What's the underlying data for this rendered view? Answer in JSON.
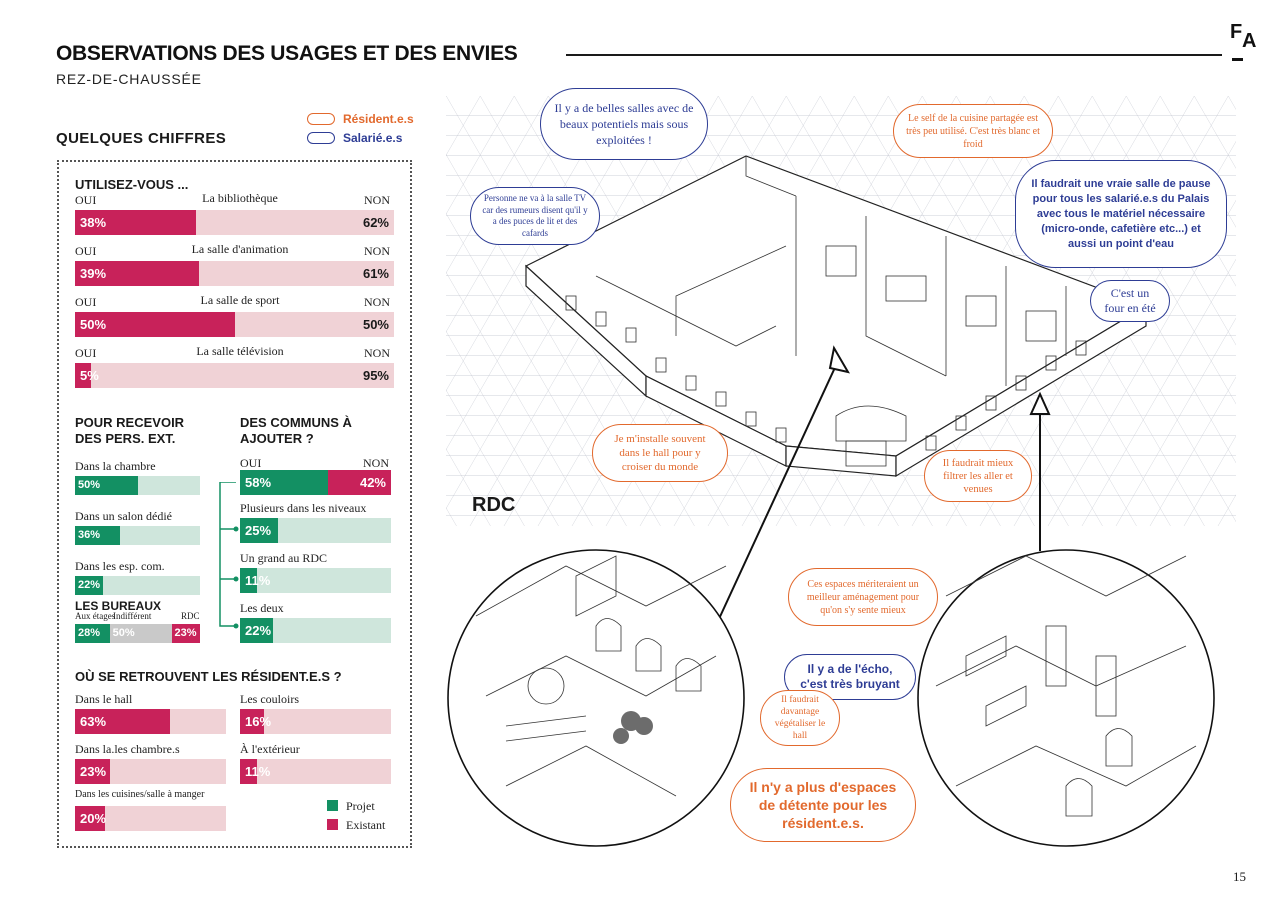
{
  "header": {
    "title": "OBSERVATIONS DES USAGES ET DES ENVIES",
    "subtitle": "REZ-DE-CHAUSSÉE",
    "logo_top": "F",
    "logo_bottom": "A"
  },
  "legend_top": {
    "resident": "Résident.e.s",
    "salarie": "Salarié.e.s"
  },
  "stats": {
    "section_title": "QUELQUES CHIFFRES",
    "utilisez": {
      "title": "UTILISEZ-VOUS ...",
      "oui": "OUI",
      "non": "NON",
      "items": [
        {
          "label": "La bibliothèque",
          "oui_label": "38%",
          "non_label": "62%",
          "oui": 38
        },
        {
          "label": "La salle d'animation",
          "oui_label": "39%",
          "non_label": "61%",
          "oui": 39
        },
        {
          "label": "La salle de sport",
          "oui_label": "50%",
          "non_label": "50%",
          "oui": 50
        },
        {
          "label": "La salle télévision",
          "oui_label": "5%",
          "non_label": "95%",
          "oui": 5
        }
      ]
    },
    "recevoir": {
      "title_l1": "POUR RECEVOIR",
      "title_l2": "DES PERS. EXT.",
      "items": [
        {
          "label": "Dans la chambre",
          "value_label": "50%",
          "value": 50
        },
        {
          "label": "Dans un salon dédié",
          "value_label": "36%",
          "value": 36
        },
        {
          "label": "Dans les esp. com.",
          "value_label": "22%",
          "value": 22
        }
      ]
    },
    "bureaux": {
      "title": "LES BUREAUX",
      "labels": [
        "Aux étages",
        "Indifférent",
        "RDC"
      ],
      "values_label": [
        "28%",
        "50%",
        "23%"
      ],
      "values": [
        28,
        50,
        23
      ]
    },
    "communs": {
      "title_l1": "DES COMMUNS À",
      "title_l2": "AJOUTER ?",
      "oui": "OUI",
      "non": "NON",
      "oui_label": "58%",
      "non_label": "42%",
      "oui_value": 58,
      "items": [
        {
          "label": "Plusieurs dans les niveaux",
          "value_label": "25%",
          "value": 25
        },
        {
          "label": "Un grand au RDC",
          "value_label": "11%",
          "value": 11
        },
        {
          "label": "Les deux",
          "value_label": "22%",
          "value": 22
        }
      ]
    },
    "retrouvent": {
      "title": "OÙ SE RETROUVENT LES RÉSIDENT.E.S ?",
      "items": [
        {
          "label": "Dans le hall",
          "value_label": "63%",
          "value": 63
        },
        {
          "label": "Dans la.les chambre.s",
          "value_label": "23%",
          "value": 23
        },
        {
          "label": "Dans les cuisines/salle à manger",
          "value_label": "20%",
          "value": 20
        },
        {
          "label": "Les couloirs",
          "value_label": "16%",
          "value": 16
        },
        {
          "label": "À l'extérieur",
          "value_label": "11%",
          "value": 11
        }
      ]
    },
    "legend": {
      "projet": "Projet",
      "existant": "Existant",
      "projet_color": "#139063",
      "existant_color": "#c8225a"
    }
  },
  "quotes": {
    "q1": "Il y a de belles salles avec de beaux potentiels mais sous exploitées !",
    "q2": "Le self de la cuisine partagée est très peu utilisé. C'est très blanc et froid",
    "q3": "Personne ne va à la salle TV car des rumeurs disent qu'il y a des puces de lit et des cafards",
    "q4": "Il faudrait une vraie salle de pause pour tous les salarié.e.s du Palais avec tous le matériel nécessaire (micro-onde, cafetière etc...) et aussi un point d'eau",
    "q5": "C'est un four en été",
    "q6": "Je m'installe souvent dans le hall pour y croiser du monde",
    "q7": "Il faudrait mieux filtrer les aller et venues",
    "q8": "Ces espaces mériteraient un meilleur aménagement pour qu'on s'y sente mieux",
    "q9": "Il y a de l'écho, c'est très bruyant",
    "q10": "Il faudrait davantage végétaliser le hall",
    "q11": "Il n'y a plus d'espaces de détente pour les résident.e.s."
  },
  "plan": {
    "label": "RDC"
  },
  "footer": {
    "page_number": "15"
  },
  "colors": {
    "resident": "#e2692d",
    "salarie": "#2e3d95",
    "crimson": "#c8225a",
    "green": "#139063"
  }
}
